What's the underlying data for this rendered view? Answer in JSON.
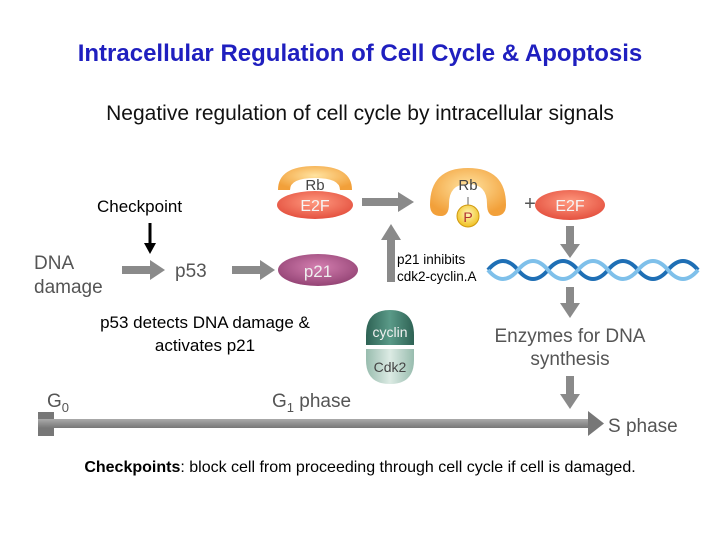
{
  "title": "Intracellular Regulation of Cell Cycle & Apoptosis",
  "subtitle": "Negative regulation of cell cycle by intracellular signals",
  "diagram": {
    "dna_damage_line1": "DNA",
    "dna_damage_line2": "damage",
    "p53": "p53",
    "p21": "p21",
    "rb_left": "Rb",
    "e2f_left": "E2F",
    "rb_right": "Rb",
    "phosphate": "P",
    "plus": "+",
    "e2f_right": "E2F",
    "cyclin": "cyclin",
    "cdk2": "Cdk2",
    "enzymes_line1": "Enzymes for DNA",
    "enzymes_line2": "synthesis",
    "g0_main": "G",
    "g0_sub": "0",
    "g1_main": "G",
    "g1_sub": "1",
    "g1_rest": " phase",
    "s_phase": "S phase"
  },
  "annotations": {
    "checkpoint": "Checkpoint",
    "p21_note_line1": "p21 inhibits",
    "p21_note_line2": "cdk2-cyclin.A",
    "p53_note": "p53 detects DNA damage & activates p21"
  },
  "footer": {
    "bold": "Checkpoints",
    "rest": ": block cell from proceeding through cell cycle if cell is damaged."
  },
  "colors": {
    "title": "#1f1fbf",
    "arrow_gray": "#8a8a8a",
    "rb_orange": "#f2a03a",
    "e2f_red": "#e24b3a",
    "p21_purple": "#8f3f70",
    "cyclin_green": "#3f7a6a",
    "cdk2_light": "#b5d0c5",
    "dna_blue": "#3a8ed0"
  }
}
